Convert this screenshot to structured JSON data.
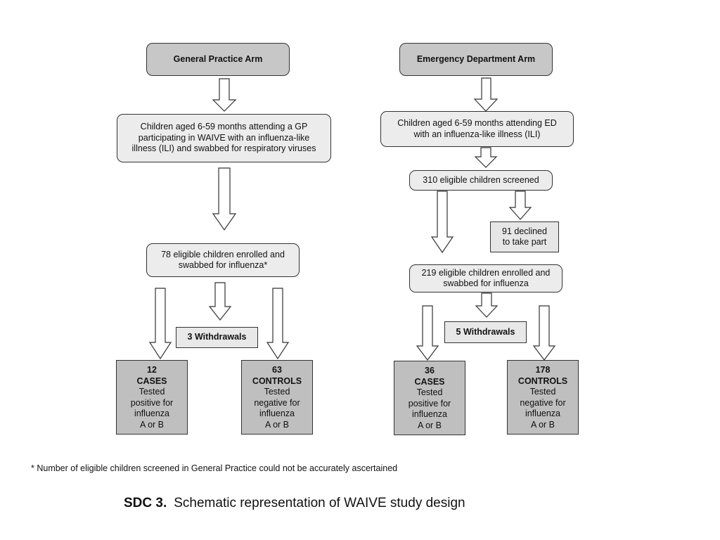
{
  "gp": {
    "header": "General Practice Arm",
    "eligible_line1": "Children aged 6-59 months attending a GP",
    "eligible_line2": "participating in WAIVE with an influenza-like",
    "eligible_line3": "illness (ILI) and swabbed for respiratory viruses",
    "enrolled_line1": "78 eligible children enrolled and",
    "enrolled_line2": "swabbed for influenza*",
    "withdrawals": "3 Withdrawals",
    "cases": {
      "count": "12",
      "title": "CASES",
      "line1": "Tested",
      "line2": "positive for",
      "line3": "influenza",
      "line4": "A or B"
    },
    "controls": {
      "count": "63",
      "title": "CONTROLS",
      "line1": "Tested",
      "line2": "negative for",
      "line3": "influenza",
      "line4": "A or B"
    }
  },
  "ed": {
    "header": "Emergency Department Arm",
    "eligible_line1": "Children aged 6-59 months attending ED",
    "eligible_line2": "with an influenza-like illness (ILI)",
    "screened": "310 eligible children screened",
    "declined_line1": "91 declined",
    "declined_line2": "to take part",
    "enrolled_line1": "219 eligible children enrolled and",
    "enrolled_line2": "swabbed for influenza",
    "withdrawals": "5 Withdrawals",
    "cases": {
      "count": "36",
      "title": "CASES",
      "line1": "Tested",
      "line2": "positive for",
      "line3": "influenza",
      "line4": "A or B"
    },
    "controls": {
      "count": "178",
      "title": "CONTROLS",
      "line1": "Tested",
      "line2": "negative for",
      "line3": "influenza",
      "line4": "A or B"
    }
  },
  "footnote": "* Number of eligible children screened in General Practice could not be accurately ascertained",
  "caption": {
    "label": "SDC 3.",
    "text": "Schematic representation of WAIVE study design"
  }
}
